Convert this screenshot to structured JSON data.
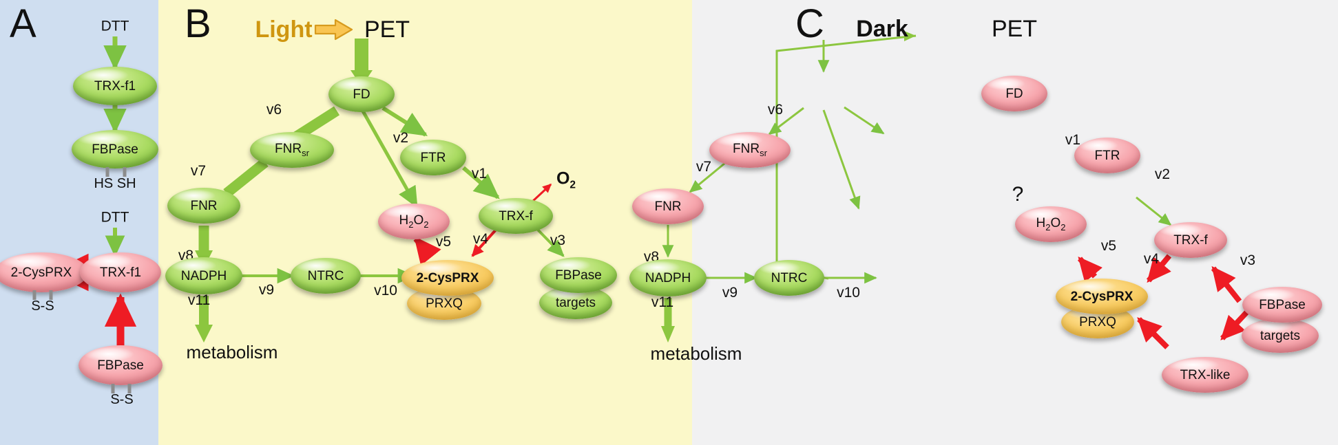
{
  "figure": {
    "panels": [
      {
        "id": "A",
        "label": "A",
        "bg": "#cfdef0"
      },
      {
        "id": "B",
        "label": "B",
        "bg": "#fbf8c9"
      },
      {
        "id": "C",
        "label": "C",
        "bg": "#f1f1f2"
      }
    ],
    "colors": {
      "green_node": "#9fd455",
      "pink_node": "#f2a1a9",
      "gold_node": "#f3c455",
      "green_arrow": "#7dc242",
      "red_arrow": "#ee1c24",
      "light_text": "#cf9610",
      "panelA_bg": "#cfdef0",
      "panelB_bg": "#fbf8c9",
      "panelC_bg": "#f1f1f2"
    }
  },
  "panelA": {
    "label": "A",
    "nodes": [
      {
        "name": "dtt-top",
        "text": "DTT",
        "kind": "text"
      },
      {
        "name": "trx-f1-top",
        "text": "TRX-f1",
        "kind": "green"
      },
      {
        "name": "fbpase-top",
        "text": "FBPase",
        "kind": "green"
      },
      {
        "name": "hs-sh",
        "text": "HS SH",
        "kind": "text"
      },
      {
        "name": "dtt-bottom",
        "text": "DTT",
        "kind": "text"
      },
      {
        "name": "two-cysprx",
        "text": "2-CysPRX",
        "kind": "pink"
      },
      {
        "name": "ss-cysprx",
        "text": "S-S",
        "kind": "text"
      },
      {
        "name": "trx-f1-bottom",
        "text": "TRX-f1",
        "kind": "pink"
      },
      {
        "name": "fbpase-bottom",
        "text": "FBPase",
        "kind": "pink"
      },
      {
        "name": "ss-fbpase",
        "text": "S-S",
        "kind": "text"
      }
    ]
  },
  "panelB": {
    "label": "B",
    "light_label": "Light",
    "pet_label": "PET",
    "o2_label": "O",
    "o2_sub": "2",
    "metabolism_label": "metabolism",
    "nodes": [
      {
        "name": "fd",
        "text": "FD",
        "kind": "green"
      },
      {
        "name": "fnr-sr",
        "text": "FNR",
        "sub": "sr",
        "kind": "green"
      },
      {
        "name": "fnr",
        "text": "FNR",
        "kind": "green"
      },
      {
        "name": "nadph",
        "text": "NADPH",
        "kind": "green"
      },
      {
        "name": "ntrc",
        "text": "NTRC",
        "kind": "green"
      },
      {
        "name": "h2o2",
        "text": "H2O2",
        "kind": "pink"
      },
      {
        "name": "ftr",
        "text": "FTR",
        "kind": "green"
      },
      {
        "name": "trx-f",
        "text": "TRX-f",
        "kind": "green"
      },
      {
        "name": "two-cysprx",
        "text": "2-CysPRX",
        "kind": "gold"
      },
      {
        "name": "prxq",
        "text": "PRXQ",
        "kind": "gold"
      },
      {
        "name": "fbpase",
        "text": "FBPase",
        "kind": "green"
      },
      {
        "name": "targets",
        "text": "targets",
        "kind": "green"
      }
    ],
    "flux_labels": [
      "v1",
      "v2",
      "v3",
      "v4",
      "v5",
      "v6",
      "v7",
      "v8",
      "v9",
      "v10",
      "v11"
    ]
  },
  "panelC": {
    "label": "C",
    "dark_label": "Dark",
    "pet_label": "PET",
    "question_label": "?",
    "metabolism_label": "metabolism",
    "nodes": [
      {
        "name": "fd",
        "text": "FD",
        "kind": "pink"
      },
      {
        "name": "fnr-sr",
        "text": "FNR",
        "sub": "sr",
        "kind": "pink"
      },
      {
        "name": "fnr",
        "text": "FNR",
        "kind": "pink"
      },
      {
        "name": "nadph",
        "text": "NADPH",
        "kind": "green"
      },
      {
        "name": "ntrc",
        "text": "NTRC",
        "kind": "green"
      },
      {
        "name": "h2o2",
        "text": "H2O2",
        "kind": "pink"
      },
      {
        "name": "ftr",
        "text": "FTR",
        "kind": "pink"
      },
      {
        "name": "trx-f",
        "text": "TRX-f",
        "kind": "pink"
      },
      {
        "name": "two-cysprx",
        "text": "2-CysPRX",
        "kind": "gold"
      },
      {
        "name": "prxq",
        "text": "PRXQ",
        "kind": "gold"
      },
      {
        "name": "fbpase",
        "text": "FBPase",
        "kind": "pink"
      },
      {
        "name": "targets",
        "text": "targets",
        "kind": "pink"
      },
      {
        "name": "trx-like",
        "text": "TRX-like",
        "kind": "pink"
      }
    ],
    "flux_labels": [
      "v1",
      "v2",
      "v3",
      "v4",
      "v5",
      "v6",
      "v7",
      "v8",
      "v9",
      "v10",
      "v11"
    ]
  },
  "labels": {
    "A": "A",
    "B": "B",
    "C": "C",
    "DTT": "DTT",
    "HS_SH": "HS SH",
    "S_S": "S-S",
    "TRX_f1": "TRX-f1",
    "FBPase": "FBPase",
    "two_cysprx": "2-CysPRX",
    "Light": "Light",
    "Dark": "Dark",
    "PET": "PET",
    "FD": "FD",
    "FNR": "FNR",
    "sr": "sr",
    "NADPH": "NADPH",
    "NTRC": "NTRC",
    "FTR": "FTR",
    "TRX_f": "TRX-f",
    "PRXQ": "PRXQ",
    "targets": "targets",
    "TRX_like": "TRX-like",
    "metabolism": "metabolism",
    "question": "?",
    "v1": "v1",
    "v2": "v2",
    "v3": "v3",
    "v4": "v4",
    "v5": "v5",
    "v6": "v6",
    "v7": "v7",
    "v8": "v8",
    "v9": "v9",
    "v10": "v10",
    "v11": "v11",
    "H": "H",
    "two": "2",
    "O": "O",
    "O2sub": "2"
  }
}
